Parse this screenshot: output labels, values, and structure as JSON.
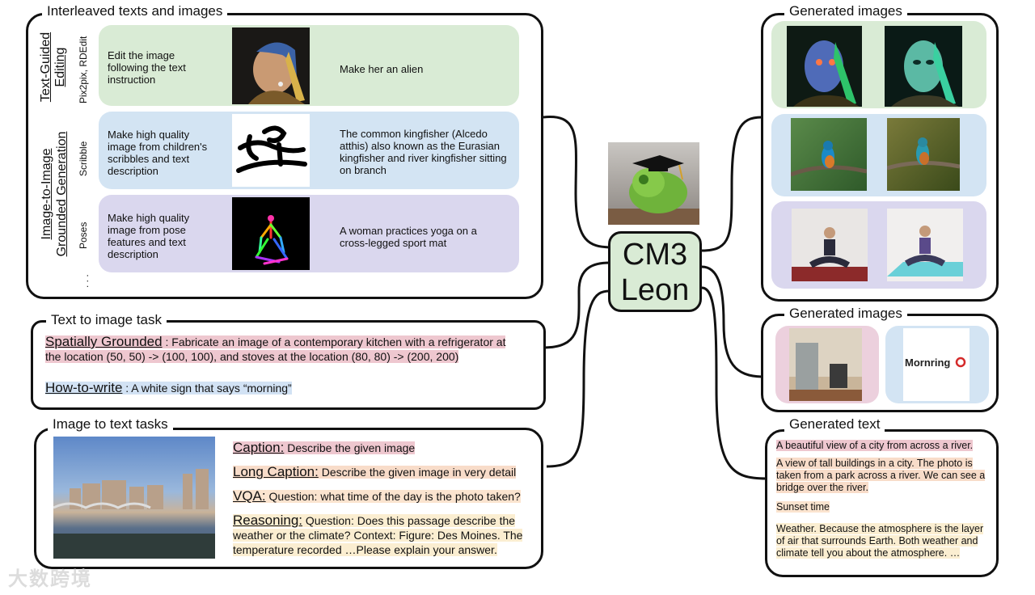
{
  "titles": {
    "interleaved": "Interleaved texts and images",
    "gen_images_1": "Generated images",
    "text_to_image": "Text to image task",
    "gen_images_2": "Generated images",
    "image_to_text": "Image to text tasks",
    "gen_text": "Generated text"
  },
  "side_labels": {
    "text_guided": [
      "Text-Guided",
      "Editing"
    ],
    "pix2pix": "Pix2pix, RDEdit",
    "image_to_image": [
      "Image-to-Image",
      "Grounded Generation"
    ],
    "scribble": "Scribble",
    "poses": "Poses",
    "dots": ". . ."
  },
  "rows": [
    {
      "instruction": "Edit the image following the text instruction",
      "prompt": "Make her an alien"
    },
    {
      "instruction": "Make high quality image from children's scribbles and text description",
      "prompt": "The common kingfisher (Alcedo atthis) also known as the Eurasian kingfisher and river kingfisher sitting on branch"
    },
    {
      "instruction": "Make high quality image from pose features and text description",
      "prompt": "A woman practices yoga on a cross-legged sport mat"
    }
  ],
  "center": {
    "line1": "CM3",
    "line2": "Leon"
  },
  "text_to_image": {
    "grounded_label": "Spatially Grounded",
    "grounded_text": " : Fabricate an image of a contemporary kitchen with a refrigerator at the location (50, 50) -> (100, 100), and stoves at the location (80, 80) -> (200, 200)",
    "howto_label": "How-to-write",
    "howto_text": " : A white sign that says “morning”"
  },
  "sign_text": "Mornring",
  "image_to_text": {
    "caption_label": "Caption:",
    "caption_text": " Describe the given image",
    "long_label": "Long Caption:",
    "long_text": " Describe the given image in very detail",
    "vqa_label": "VQA:",
    "vqa_text": " Question: what time of the day is the photo taken?",
    "reason_label": "Reasoning:",
    "reason_text": " Question: Does this passage describe the weather or the climate? Context: Figure: Des Moines. The temperature recorded …Please explain your answer."
  },
  "generated_text": [
    "A beautiful view of a city from across a river.",
    "A view of tall buildings in a city. The photo is taken from a park across a river. We can see a bridge over the river.",
    "Sunset time",
    "Weather. Because the atmosphere is the layer of air that surrounds Earth. Both weather and climate tell you about the atmosphere. …"
  ],
  "watermark": "大数跨境",
  "colors": {
    "green": "#d9ebd5",
    "blue": "#d3e4f3",
    "purple": "#dad7ee",
    "pink": "#ecd0dd"
  }
}
